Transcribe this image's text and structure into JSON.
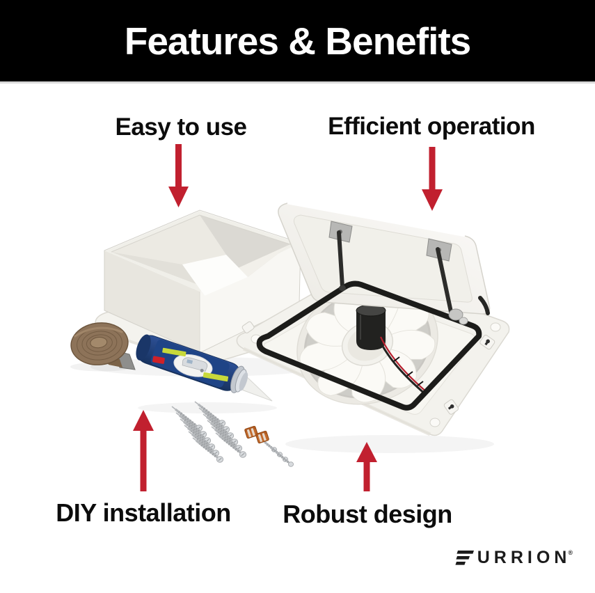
{
  "page": {
    "background": "#ffffff"
  },
  "header": {
    "title": "Features & Benefits",
    "background": "#000000",
    "text_color": "#ffffff"
  },
  "features": [
    {
      "label": "Easy to use",
      "arrow_direction": "down"
    },
    {
      "label": "Efficient operation",
      "arrow_direction": "down"
    },
    {
      "label": "DIY installation",
      "arrow_direction": "up"
    },
    {
      "label": "Robust design",
      "arrow_direction": "up"
    }
  ],
  "illustration": {
    "arrow_color": "#c1202f",
    "objects": [
      "roof-vent-garnish-box",
      "vent-fan-unit-with-open-lid",
      "butyl-tape-roll",
      "sealant-tube",
      "mounting-screws",
      "wire-connectors"
    ]
  },
  "brand": {
    "logo_text": "FURRION",
    "registered_mark": "®",
    "logo_color": "#1b1b1b"
  }
}
